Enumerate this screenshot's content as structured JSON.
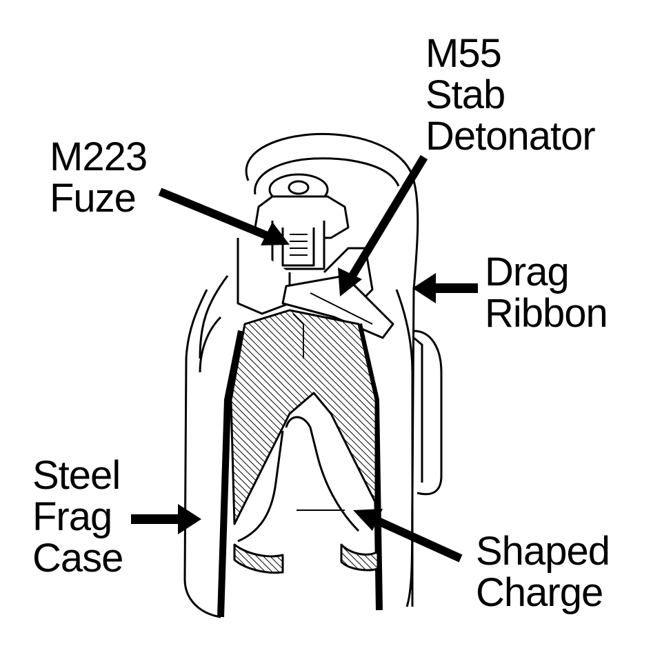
{
  "labels": {
    "m55": [
      "M55",
      "Stab",
      "Detonator"
    ],
    "m223": [
      "M223",
      "Fuze"
    ],
    "drag": [
      "Drag",
      "Ribbon"
    ],
    "steel": [
      "Steel",
      "Frag",
      "Case"
    ],
    "shaped": [
      "Shaped",
      "Charge"
    ]
  }
}
